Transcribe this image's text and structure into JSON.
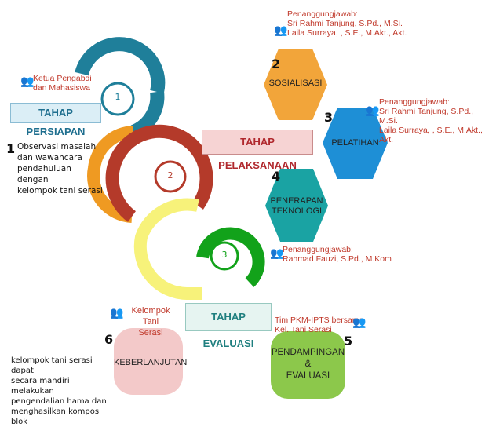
{
  "stages": {
    "persiapan": "TAHAP PERSIAPAN",
    "pelaksanaan": "TAHAP PELAKSANAAN",
    "evaluasi": "TAHAP EVALUASI"
  },
  "circle_numbers": [
    "1",
    "2",
    "3"
  ],
  "persiapan": {
    "responsible_lines": [
      "Ketua Pengabdi",
      "dan Mahasiswa"
    ],
    "step_number": "1",
    "activity_lines": [
      "Observasi masalah",
      "dan wawancara",
      "pendahuluan dengan",
      "kelompok tani serasi"
    ]
  },
  "activities": [
    {
      "number": "2",
      "label_lines": [
        "SOSIALISASI"
      ],
      "responsible_lines": [
        "Penanggungjawab:",
        "Sri Rahmi Tanjung, S.Pd., M.Si.",
        "Laila Surraya, , S.E., M.Akt., Akt."
      ]
    },
    {
      "number": "3",
      "label_lines": [
        "PELATIHAN"
      ],
      "responsible_lines": [
        "Penanggungjawab:",
        "Sri Rahmi Tanjung, S.Pd., M.Si.",
        "Laila Surraya, , S.E., M.Akt., Akt."
      ]
    },
    {
      "number": "4",
      "label_lines": [
        "PENERAPAN",
        "TEKNOLOGI"
      ],
      "responsible_lines": [
        "Penanggungjawab:",
        "Rahmad Fauzi, S.Pd., M.Kom"
      ]
    },
    {
      "number": "5",
      "label_lines": [
        "PENDAMPINGAN",
        "&",
        "EVALUASI"
      ],
      "responsible_lines": [
        "Tim PKM-IPTS bersama",
        "Kel. Tani Serasi"
      ]
    },
    {
      "number": "6",
      "label_lines": [
        "KEBERLANJUTAN"
      ],
      "responsible_lines": [
        "Kelompok Tani",
        "Serasi"
      ],
      "note_lines": [
        "kelompok tani serasi dapat",
        "secara mandiri melakukan",
        "pengendalian hama dan",
        "menghasilkan kompos blok"
      ]
    }
  ],
  "colors": {
    "teal_ring": "#1f7f9a",
    "orange_ring": "#ef9a22",
    "red_ring": "#b43a2a",
    "yellow_ring": "#f7f27a",
    "green_ring": "#12a21a",
    "orange_hex": "#f2a53a",
    "blue_hex": "#1e8fd6",
    "teal_hex": "#1aa3a3",
    "pink_box": "#f3c9c9",
    "green_box": "#8cc84b",
    "responsible_text": "#c0392b",
    "people_icon": "#3b7bbf"
  },
  "icons": [
    "people-icon"
  ]
}
